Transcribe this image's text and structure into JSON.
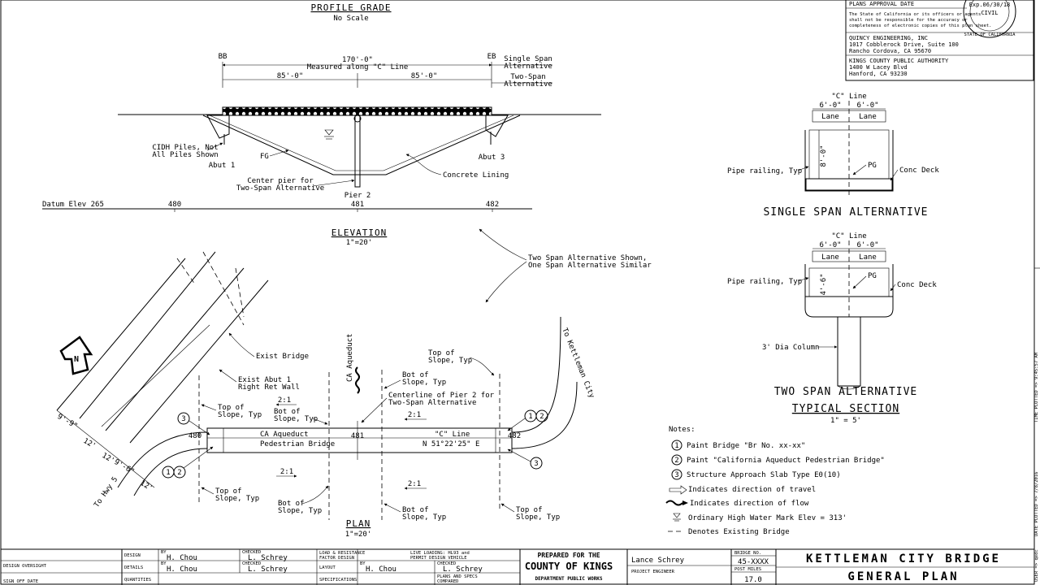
{
  "profile": {
    "title": "PROFILE GRADE",
    "scale": "No Scale",
    "bb": "BB",
    "eb": "EB",
    "total_length": "170'-0\"",
    "measured_along": "Measured along \"C\" Line",
    "half_left": "85'-0\"",
    "half_right": "85'-0\"",
    "single_span": "Single Span",
    "single_span_alt": "Alternative",
    "two_span": "Two-Span",
    "two_span_alt": "Alternative"
  },
  "elevation": {
    "title": "ELEVATION",
    "scale": "1\"=20'",
    "cidh_1": "CIDH Piles, Not",
    "cidh_2": "All Piles Shown",
    "abut1": "Abut 1",
    "abut3": "Abut 3",
    "fg": "FG",
    "center_pier_1": "Center pier for",
    "center_pier_2": "Two-Span Alternative",
    "pier2": "Pier 2",
    "concrete_lining": "Concrete Lining",
    "datum": "Datum Elev 265",
    "st_480": "480",
    "st_481": "481",
    "st_482": "482"
  },
  "plan": {
    "title": "PLAN",
    "scale": "1\"=20'",
    "two_span_note_1": "Two Span Alternative Shown,",
    "two_span_note_2": "One Span Alternative Similar",
    "exist_bridge": "Exist Bridge",
    "exist_abut_1": "Exist Abut 1",
    "exist_abut_2": "Right Ret Wall",
    "top_slope_1": "Top of",
    "top_slope_2": "Slope, Typ",
    "bot_slope_1": "Bot of",
    "bot_slope_2": "Slope, Typ",
    "ratio": "2:1",
    "ca_aqueduct": "CA Aqueduct",
    "centerline_1": "Centerline of Pier 2 for",
    "centerline_2": "Two-Span Alternative",
    "bridge_name_1": "CA Aqueduct",
    "bridge_name_2": "Pedestrian Bridge",
    "c_line": "\"C\" Line",
    "bearing": "N 51°22'25\" E",
    "to_kettleman": "To Kettleman City",
    "to_hwy": "To Hwy 5",
    "dim_9_9": "9'-9\"",
    "dim_12_a": "12'",
    "dim_12_b": "12'",
    "dim_9_6": "9'-6\"",
    "dim_12_c": "12'",
    "st_480": "480",
    "st_481": "481",
    "st_482": "482",
    "north": "N",
    "callout_1": "1",
    "callout_2": "2",
    "callout_3": "3"
  },
  "sections": {
    "c_line": "\"C\" Line",
    "dim_6_0_a": "6'-0\"",
    "dim_6_0_b": "6'-0\"",
    "lane": "Lane",
    "dim_8_0": "8'-0\"",
    "dim_4_6": "4'-6\"",
    "pipe_railing": "Pipe railing, Typ",
    "pg": "PG",
    "conc_deck": "Conc Deck",
    "single_title": "SINGLE SPAN ALTERNATIVE",
    "two_title": "TWO SPAN ALTERNATIVE",
    "typical_title": "TYPICAL SECTION",
    "typical_scale": "1\" = 5'",
    "column": "3' Dia Column"
  },
  "notes": {
    "heading": "Notes:",
    "n1": "Paint Bridge \"Br No. xx-xx\"",
    "n2": "Paint \"California Aqueduct Pedestrian Bridge\"",
    "n3": "Structure Approach Slab Type E0(10)",
    "travel": "Indicates direction of travel",
    "flow": "Indicates direction of flow",
    "hwm": "Ordinary High Water Mark Elev = 313'",
    "existing": "Denotes Existing Bridge"
  },
  "approval": {
    "header": "PLANS APPROVAL DATE",
    "disclaimer_1": "The State of California or its officers or agents",
    "disclaimer_2": "shall not be responsible for the accuracy or",
    "disclaimer_3": "completeness of electronic copies of this plan sheet.",
    "firm_1": "QUINCY ENGINEERING, INC",
    "firm_2": "1017 Cobblerock Drive, Suite 100",
    "firm_3": "Rancho Cordova, CA 95670",
    "auth_1": "KINGS COUNTY PUBLIC AUTHORITY",
    "auth_2": "1400 W Lacey Blvd",
    "auth_3": "Hanford, CA 93230",
    "seal_exp": "Exp.06/30/18",
    "seal_civil": "CIVIL",
    "seal_state": "STATE OF CALIFORNIA"
  },
  "title_block": {
    "design_oversight": "DESIGN OVERSIGHT",
    "sign_off_date": "SIGN OFF DATE",
    "design": "DESIGN",
    "details": "DETAILS",
    "quantities": "QUANTITIES",
    "by": "BY",
    "checked": "CHECKED",
    "designer": "H. Chou",
    "detailer": "H. Chou",
    "checker_1": "L. Schrey",
    "checker_2": "L. Schrey",
    "loads_1": "LOAD & RESISTANCE",
    "loads_2": "FACTOR DESIGN",
    "live_1": "LIVE LOADING: HL93 and",
    "live_2": "PERMIT DESIGN VEHICLE",
    "layout": "LAYOUT",
    "layout_by": "H. Chou",
    "layout_checked": "L. Schrey",
    "specifications": "SPECIFICATIONS",
    "plans_specs_1": "PLANS AND SPECS",
    "plans_specs_2": "COMPARED",
    "prepared_for": "PREPARED FOR THE",
    "county": "COUNTY OF KINGS",
    "dept": "DEPARTMENT PUBLIC WORKS",
    "engineer": "Lance Schrey",
    "engineer_role": "PROJECT ENGINEER",
    "bridge_no_label": "BRIDGE NO.",
    "bridge_no": "45-XXXX",
    "post_miles_label": "POST MILES",
    "post_miles": "17.0",
    "project_title": "KETTLEMAN CITY BRIDGE",
    "sheet_title": "GENERAL PLAN"
  },
  "margin": {
    "time_plotted": "TIME PLOTTED => 9:45:57 AM",
    "date_plotted": "DATE PLOTTED => 7/8/2016",
    "user": "USER => qedc"
  }
}
